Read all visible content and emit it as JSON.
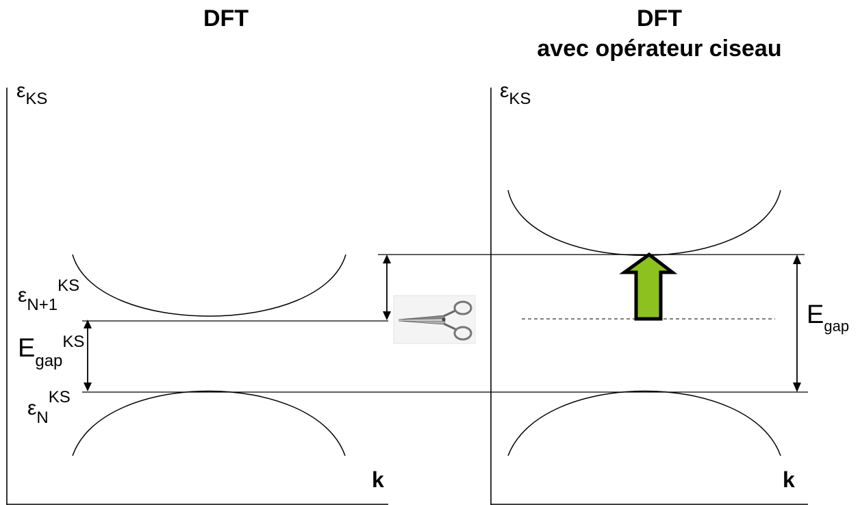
{
  "left_panel": {
    "title": "DFT",
    "y_axis_symbol": "ε",
    "y_axis_sub": "KS",
    "cbm_symbol": "ε",
    "cbm_sub": "N+1",
    "cbm_sup": "KS",
    "vbm_symbol": "ε",
    "vbm_sub": "N",
    "vbm_sup": "KS",
    "gap_symbol": "E",
    "gap_sub": "gap",
    "gap_sup": "KS",
    "x_axis_label": "k"
  },
  "right_panel": {
    "title_line1": "DFT",
    "title_line2": "avec opérateur ciseau",
    "y_axis_symbol": "ε",
    "y_axis_sub": "KS",
    "gap_symbol": "E",
    "gap_sub": "gap",
    "x_axis_label": "k"
  },
  "icons": {
    "scissors": "scissors-icon",
    "shift_arrow": "up-arrow-icon"
  },
  "colors": {
    "arrow_fill": "#8cc11f",
    "arrow_stroke": "#000000",
    "line": "#000000"
  }
}
